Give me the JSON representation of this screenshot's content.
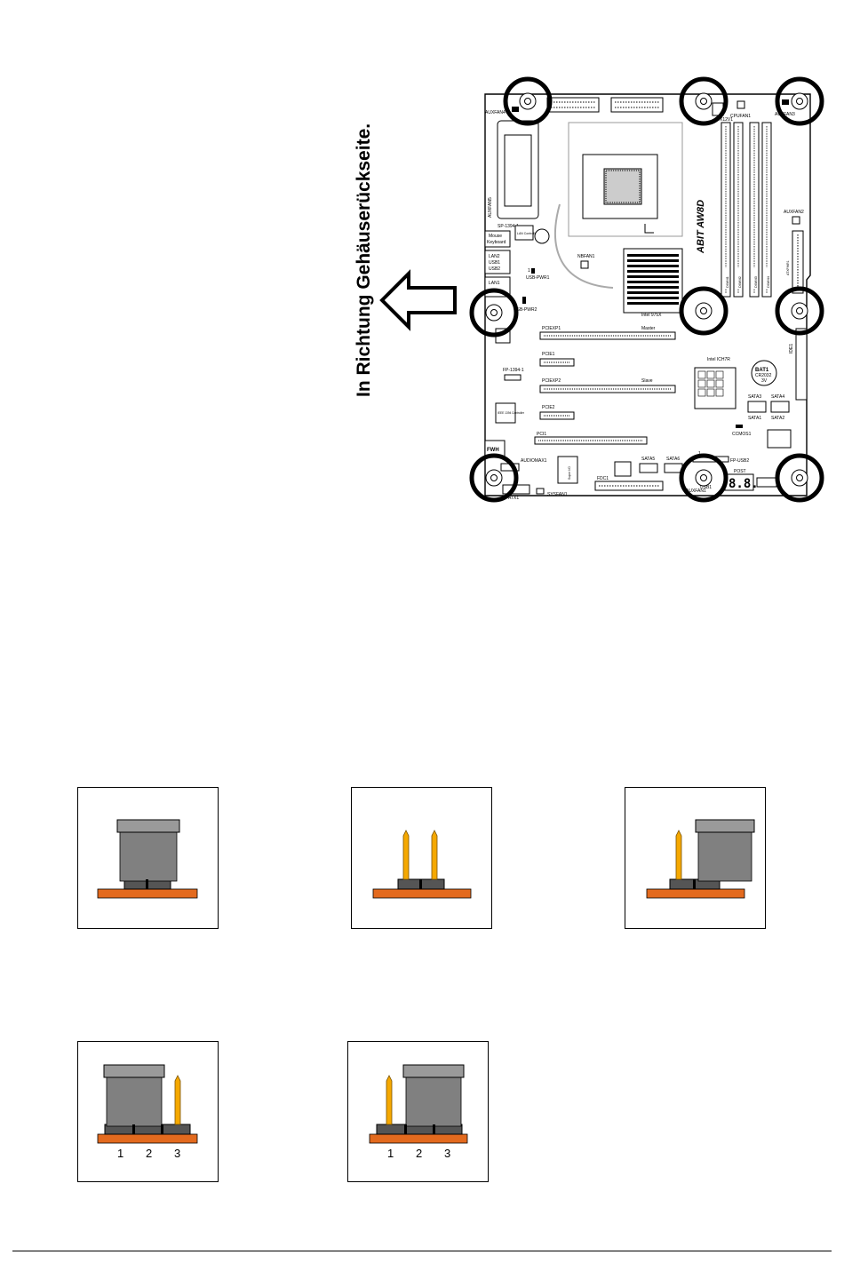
{
  "direction_label": "In Richtung Gehäuserückseite.",
  "board": {
    "labels": {
      "auxfan4": "AUXFAN4",
      "auxfan5": "AUXFAN5",
      "auxfan3": "AUXFAN3",
      "auxfan2": "AUXFAN2",
      "auxfan1": "AUXFAN1",
      "cpufan1": "CPUFAN1",
      "atx12v": "ATX12V1",
      "sp1394": "SP-1394-1",
      "mouse": "Mouse",
      "keyboard": "Keyboard",
      "lan_controller": "LAN Controller",
      "lan2": "LAN2",
      "usb1a": "USB1",
      "usb1b": "USB2",
      "lan1": "LAN1",
      "usb_pwr1": "USB-PWR1",
      "usb_pwr2": "USB-PWR2",
      "nbfan1": "NBFAN1",
      "brand": "ABIT AW8D",
      "intel975x": "Intel 975X",
      "pciexp1": "PCIEXP1",
      "master": "Master",
      "pcie1": "PCIE1",
      "pciexp2": "PCIEXP2",
      "slave": "Slave",
      "pcie2": "PCIE2",
      "pci1": "PCI1",
      "fp1394": "FP-1394-1",
      "ieee_controller": "IEEE 1394 Controller",
      "intel_ich7r": "Intel ICH7R",
      "bat1": "BAT1",
      "cr2032": "CR2032",
      "bat_v": "3V",
      "sata3": "SATA3",
      "sata4": "SATA4",
      "sata1": "SATA1",
      "sata2": "SATA2",
      "ccmos1": "CCMOS1",
      "fwh": "FWH",
      "audiomax1": "AUDIOMAX1",
      "superio": "Super I/O",
      "sata5": "SATA5",
      "sata6": "SATA6",
      "fpusb2": "FP-USB2",
      "usb1": "USB1",
      "post": "POST",
      "post_digits": "8.8.",
      "fdc1": "FDC1",
      "atx1": "ATX1",
      "sysfan1": "SYSFAN1",
      "pin1": "1",
      "dimm1": "DIMM1",
      "dimm2": "DIMM2",
      "dimm3": "DIMM3",
      "dimm4": "DIMM4",
      "atxpwr": "ATXPWR1",
      "ide1": "IDE1"
    }
  },
  "jumpers_row2_labels": [
    "1",
    "2",
    "3"
  ],
  "colors": {
    "pin": "#f5a800",
    "base": "#e36a1e",
    "cap": "#808080"
  }
}
